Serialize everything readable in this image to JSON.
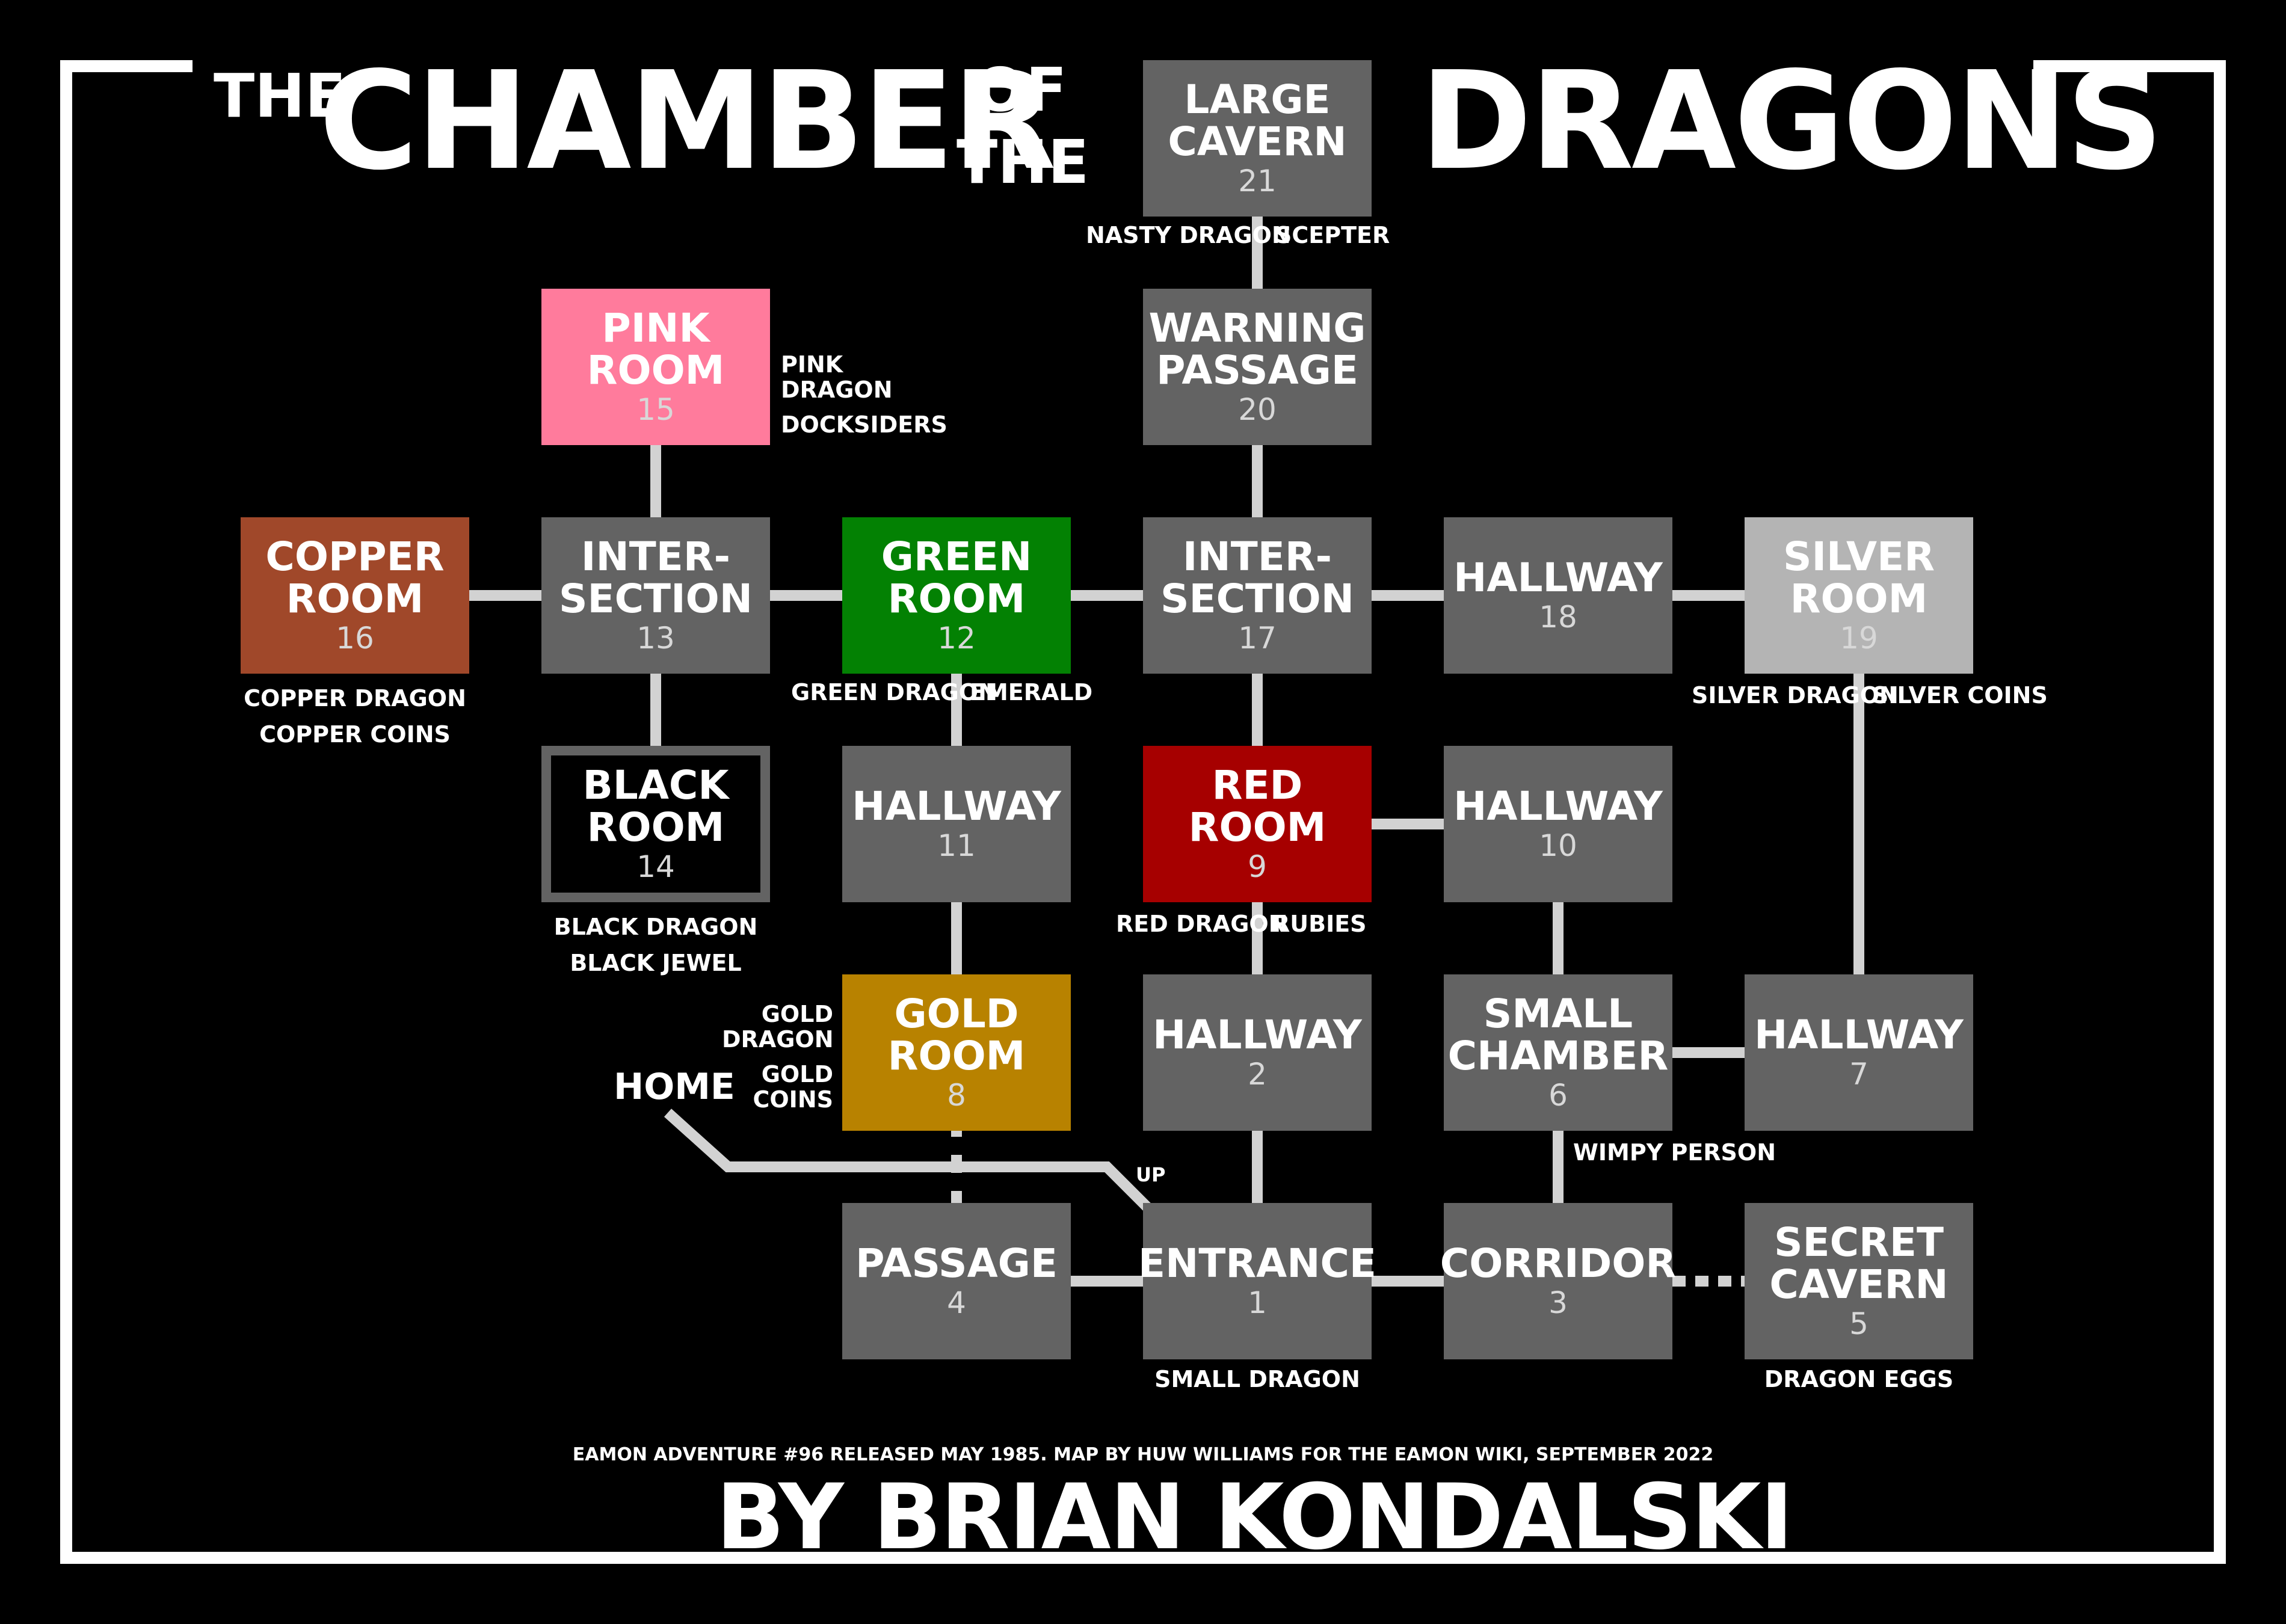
{
  "title": {
    "the": "THE",
    "chamber": "CHAMBER",
    "of": "OF",
    "the2": "THE",
    "dragons": "DRAGONS"
  },
  "footer": {
    "credit": "EAMON ADVENTURE #96 RELEASED MAY 1985. MAP BY HUW WILLIAMS FOR THE EAMON WIKI, SEPTEMBER 2022",
    "author": "BY BRIAN KONDALSKI"
  },
  "colors": {
    "default_room": "#636363",
    "pink": "#ff7b9c",
    "copper": "#a0482a",
    "green": "#038103",
    "black": "#000000",
    "gold": "#b88200",
    "red": "#a60000",
    "silver": "#b4b4b4",
    "connector": "#d2d2d2"
  },
  "rooms": [
    {
      "id": 21,
      "name": "LARGE\nCAVERN",
      "num": "21",
      "color": "default_room"
    },
    {
      "id": 20,
      "name": "WARNING\nPASSAGE",
      "num": "20",
      "color": "default_room"
    },
    {
      "id": 15,
      "name": "PINK\nROOM",
      "num": "15",
      "color": "pink"
    },
    {
      "id": 16,
      "name": "COPPER\nROOM",
      "num": "16",
      "color": "copper"
    },
    {
      "id": 13,
      "name": "INTER-\nSECTION",
      "num": "13",
      "color": "default_room"
    },
    {
      "id": 12,
      "name": "GREEN\nROOM",
      "num": "12",
      "color": "green"
    },
    {
      "id": 17,
      "name": "INTER-\nSECTION",
      "num": "17",
      "color": "default_room"
    },
    {
      "id": 18,
      "name": "HALLWAY",
      "num": "18",
      "color": "default_room"
    },
    {
      "id": 19,
      "name": "SILVER\nROOM",
      "num": "19",
      "color": "silver"
    },
    {
      "id": 14,
      "name": "BLACK\nROOM",
      "num": "14",
      "color": "black"
    },
    {
      "id": 11,
      "name": "HALLWAY",
      "num": "11",
      "color": "default_room"
    },
    {
      "id": 9,
      "name": "RED\nROOM",
      "num": "9",
      "color": "red"
    },
    {
      "id": 10,
      "name": "HALLWAY",
      "num": "10",
      "color": "default_room"
    },
    {
      "id": 8,
      "name": "GOLD\nROOM",
      "num": "8",
      "color": "gold"
    },
    {
      "id": 2,
      "name": "HALLWAY",
      "num": "2",
      "color": "default_room"
    },
    {
      "id": 6,
      "name": "SMALL\nCHAMBER",
      "num": "6",
      "color": "default_room"
    },
    {
      "id": 7,
      "name": "HALLWAY",
      "num": "7",
      "color": "default_room"
    },
    {
      "id": 4,
      "name": "PASSAGE",
      "num": "4",
      "color": "default_room"
    },
    {
      "id": 1,
      "name": "ENTRANCE",
      "num": "1",
      "color": "default_room"
    },
    {
      "id": 3,
      "name": "CORRIDOR",
      "num": "3",
      "color": "default_room"
    },
    {
      "id": 5,
      "name": "SECRET\nCAVERN",
      "num": "5",
      "color": "default_room"
    }
  ],
  "connections": [
    {
      "from": 21,
      "to": 20
    },
    {
      "from": 20,
      "to": 17
    },
    {
      "from": 15,
      "to": 13
    },
    {
      "from": 16,
      "to": 13
    },
    {
      "from": 13,
      "to": 12
    },
    {
      "from": 12,
      "to": 17
    },
    {
      "from": 17,
      "to": 18
    },
    {
      "from": 18,
      "to": 19
    },
    {
      "from": 13,
      "to": 14
    },
    {
      "from": 12,
      "to": 11
    },
    {
      "from": 17,
      "to": 9
    },
    {
      "from": 9,
      "to": 10
    },
    {
      "from": 19,
      "to": 7
    },
    {
      "from": 11,
      "to": 8
    },
    {
      "from": 9,
      "to": 2
    },
    {
      "from": 10,
      "to": 6
    },
    {
      "from": 6,
      "to": 7
    },
    {
      "from": 8,
      "to": 4
    },
    {
      "from": 2,
      "to": 1
    },
    {
      "from": 6,
      "to": 3
    },
    {
      "from": 4,
      "to": 1
    },
    {
      "from": 1,
      "to": 3
    },
    {
      "from": 3,
      "to": 5,
      "style": "dotted"
    }
  ],
  "labels": {
    "nasty_dragon": "NASTY DRAGON",
    "scepter": "SCEPTER",
    "pink_dragon": "PINK\nDRAGON",
    "docksiders": "DOCKSIDERS",
    "copper_dragon": "COPPER DRAGON",
    "copper_coins": "COPPER COINS",
    "green_dragon": "GREEN DRAGON",
    "emerald": "EMERALD",
    "silver_dragon": "SILVER DRAGON",
    "silver_coins": "SILVER COINS",
    "black_dragon": "BLACK DRAGON",
    "black_jewel": "BLACK JEWEL",
    "red_dragon": "RED DRAGON",
    "rubies": "RUBIES",
    "gold_dragon": "GOLD\nDRAGON",
    "gold_coins": "GOLD\nCOINS",
    "home": "HOME",
    "up": "UP",
    "wimpy_person": "WIMPY PERSON",
    "small_dragon": "SMALL DRAGON",
    "dragon_eggs": "DRAGON EGGS"
  }
}
